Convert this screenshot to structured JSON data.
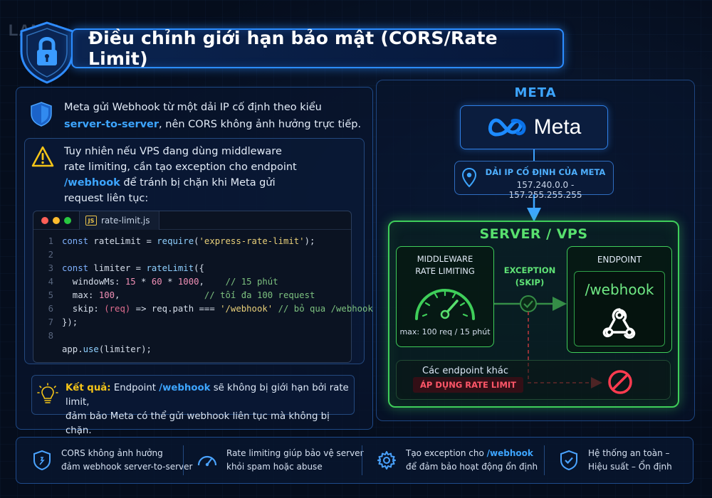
{
  "watermark": "LANIT",
  "title": "Điều chỉnh giới hạn bảo mật (CORS/Rate Limit)",
  "intro": {
    "line1": "Meta gửi Webhook từ một dải IP cố định theo kiểu",
    "highlight": "server-to-server",
    "line2_rest": ", nên CORS không ảnh hưởng trực tiếp."
  },
  "warning": {
    "line1": "Tuy nhiên nếu VPS đang dùng middleware",
    "line2": "rate limiting, cần tạo exception cho endpoint",
    "highlight": "/webhook",
    "line3_rest": " để tránh bị chặn khi Meta gửi",
    "line4": "request liên tục:"
  },
  "code": {
    "filename": "rate-limit.js",
    "file_badge": "JS",
    "line_numbers": [
      "1",
      "2",
      "3",
      "4",
      "5",
      "6",
      "7",
      "8"
    ],
    "l1": {
      "kw": "const",
      "name": " rateLimit = ",
      "fn": "require",
      "open": "(",
      "str": "'express-rate-limit'",
      "close": ");"
    },
    "l3": {
      "kw": "const",
      "name": " limiter = ",
      "fn": "rateLimit",
      "open": "({"
    },
    "l4": {
      "key": "  windowMs: ",
      "n1": "15",
      "op1": " * ",
      "n2": "60",
      "op2": " * ",
      "n3": "1000",
      "comma": ",    ",
      "comment": "// 15 phút"
    },
    "l5": {
      "key": "  max: ",
      "n1": "100",
      "comma": ",                ",
      "comment": "// tối đa 100 request"
    },
    "l6": {
      "key": "  skip: ",
      "param": "(req)",
      "arrow": " => req.path === ",
      "str": "'/webhook'",
      "comment": " // bỏ qua /webhook"
    },
    "l7": "});",
    "l9": {
      "obj": "app.",
      "fn": "use",
      "rest": "(limiter);"
    }
  },
  "result": {
    "label": "Kết quả:",
    "text1": " Endpoint ",
    "highlight": "/webhook",
    "text2": " sẽ không bị giới hạn bởi rate limit,",
    "line2": "đảm bảo Meta có thể gửi webhook liên tục mà không bị chặn."
  },
  "diagram": {
    "meta_label": "META",
    "meta_logo_text": "Meta",
    "ip_title": "DẢI IP CỐ ĐỊNH CỦA META",
    "ip_range": "157.240.0.0 - 157.255.255.255",
    "server_title": "SERVER / VPS",
    "middleware_line1": "MIDDLEWARE",
    "middleware_line2": "RATE LIMITING",
    "middleware_caption": "max: 100 req / 15 phút",
    "exception_line1": "EXCEPTION",
    "exception_line2": "(SKIP)",
    "endpoint_title": "ENDPOINT",
    "endpoint_path": "/webhook",
    "other_title": "Các endpoint khác",
    "other_badge": "ÁP DỤNG RATE LIMIT"
  },
  "features": [
    {
      "icon": "shield-icon",
      "line1": "CORS không ảnh hưởng",
      "line2": "đảm webhook server-to-server"
    },
    {
      "icon": "speedometer-icon",
      "line1": "Rate limiting giúp bảo vệ server",
      "line2": "khỏi spam hoặc abuse"
    },
    {
      "icon": "gear-icon",
      "line1_pre": "Tạo exception cho ",
      "line1_hl": "/webhook",
      "line2": "để đảm bảo hoạt động ổn định"
    },
    {
      "icon": "shield-check-icon",
      "line1": "Hệ thống an toàn –",
      "line2": "Hiệu suất – Ổn định"
    }
  ],
  "colors": {
    "accent_blue": "#2b8cff",
    "accent_green": "#3fce5a",
    "danger_red": "#ff3b4f",
    "background": "#050d1c"
  }
}
